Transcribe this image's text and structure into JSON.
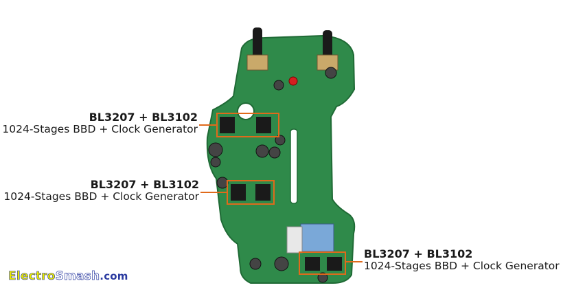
{
  "callouts": [
    {
      "title": "BL3207 + BL3102",
      "subtitle": "1024-Stages BBD + Clock Generator"
    },
    {
      "title": "BL3207 + BL3102",
      "subtitle": "1024-Stages BBD + Clock Generator"
    },
    {
      "title": "BL3207 + BL3102",
      "subtitle": "1024-Stages BBD + Clock Generator"
    }
  ],
  "brand": {
    "part1": "Electro",
    "part2": "Smash",
    "part3": ".com"
  },
  "colors": {
    "pcb": "#2f8a4a",
    "highlight": "#e06a1b",
    "brand_blue": "#2a3aa0"
  }
}
